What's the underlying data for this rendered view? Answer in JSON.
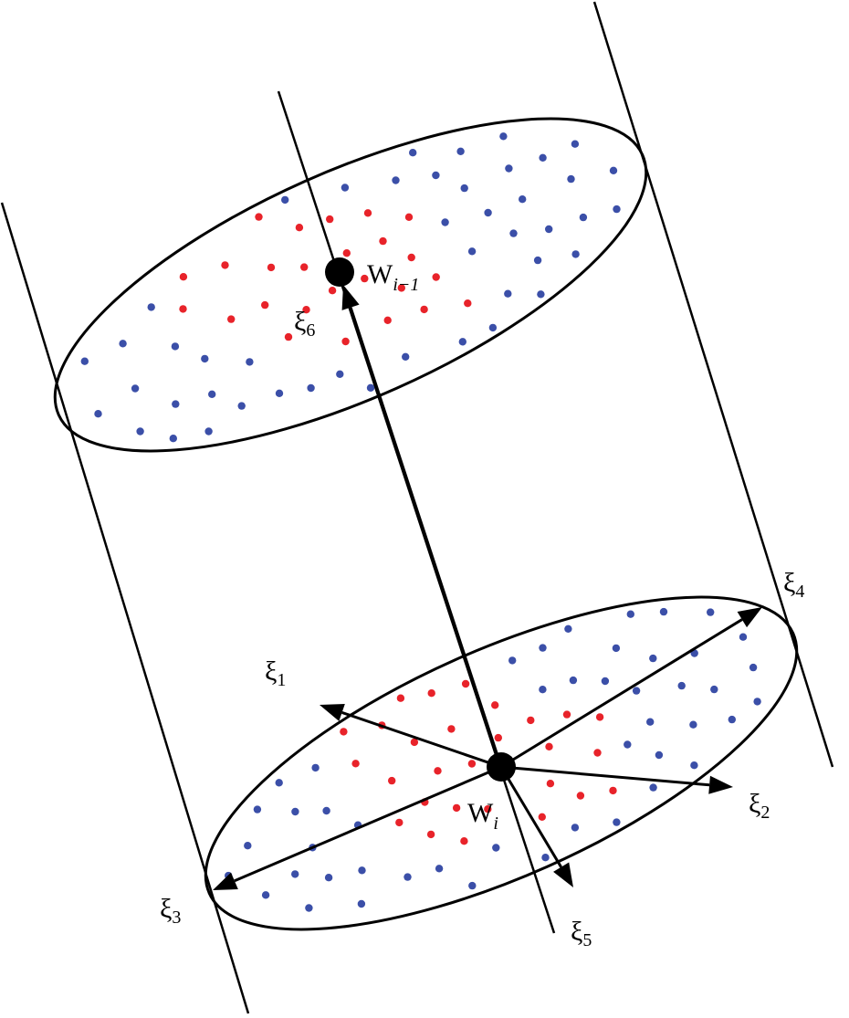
{
  "labels": {
    "w_prev": {
      "base": "W",
      "sub": "i−1"
    },
    "w_curr": {
      "base": "W",
      "sub": "i"
    },
    "xi": [
      {
        "base": "ξ",
        "sub": "1"
      },
      {
        "base": "ξ",
        "sub": "2"
      },
      {
        "base": "ξ",
        "sub": "3"
      },
      {
        "base": "ξ",
        "sub": "4"
      },
      {
        "base": "ξ",
        "sub": "5"
      },
      {
        "base": "ξ",
        "sub": "6"
      }
    ]
  },
  "colors": {
    "outer_point": "#3b4fa8",
    "inner_point": "#e8232a",
    "line": "#000000"
  }
}
